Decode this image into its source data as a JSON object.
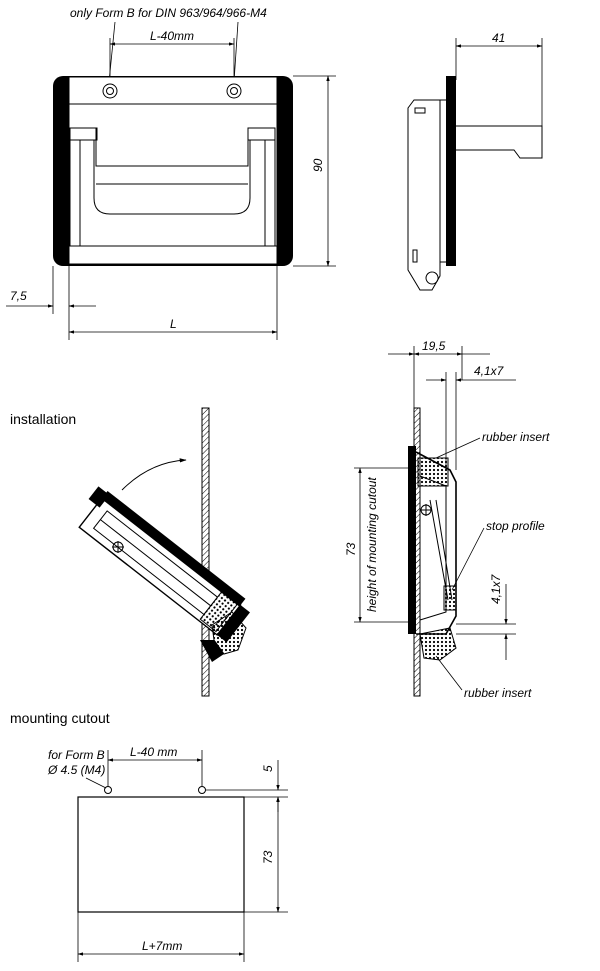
{
  "top_view": {
    "note": "only Form B for DIN 963/964/966-M4",
    "dim_hole_spacing": "L-40mm",
    "dim_height": "90",
    "dim_offset": "7,5",
    "dim_length": "L"
  },
  "side_view": {
    "dim_depth": "41"
  },
  "installation": {
    "label": "installation"
  },
  "section_view": {
    "dim_width": "19,5",
    "dim_gap_top": "4,1x7",
    "dim_gap_side": "4,1x7",
    "dim_cutout_height": "73",
    "cutout_label": "height of mounting cutout",
    "rubber_top": "rubber insert",
    "stop_profile": "stop profile",
    "rubber_bottom": "rubber insert"
  },
  "mounting_cutout": {
    "label": "mounting cutout",
    "form_note_line1": "for Form B",
    "form_note_line2": "Ø 4.5 (M4)",
    "dim_hole_spacing": "L-40 mm",
    "dim_hole_offset": "5",
    "dim_height": "73",
    "dim_width": "L+7mm"
  }
}
